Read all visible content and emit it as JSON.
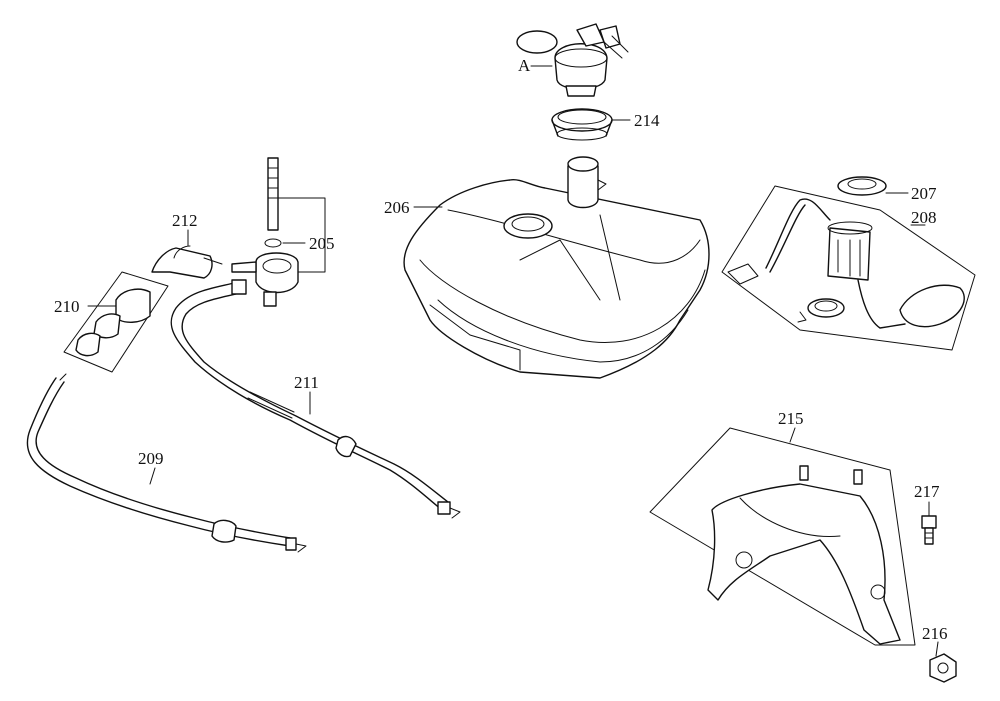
{
  "labels": {
    "A": "A",
    "p214": "214",
    "p206": "206",
    "p207": "207",
    "p208": "208",
    "p212": "212",
    "p205": "205",
    "p210": "210",
    "p211": "211",
    "p209": "209",
    "p215": "215",
    "p217": "217",
    "p216": "216"
  }
}
